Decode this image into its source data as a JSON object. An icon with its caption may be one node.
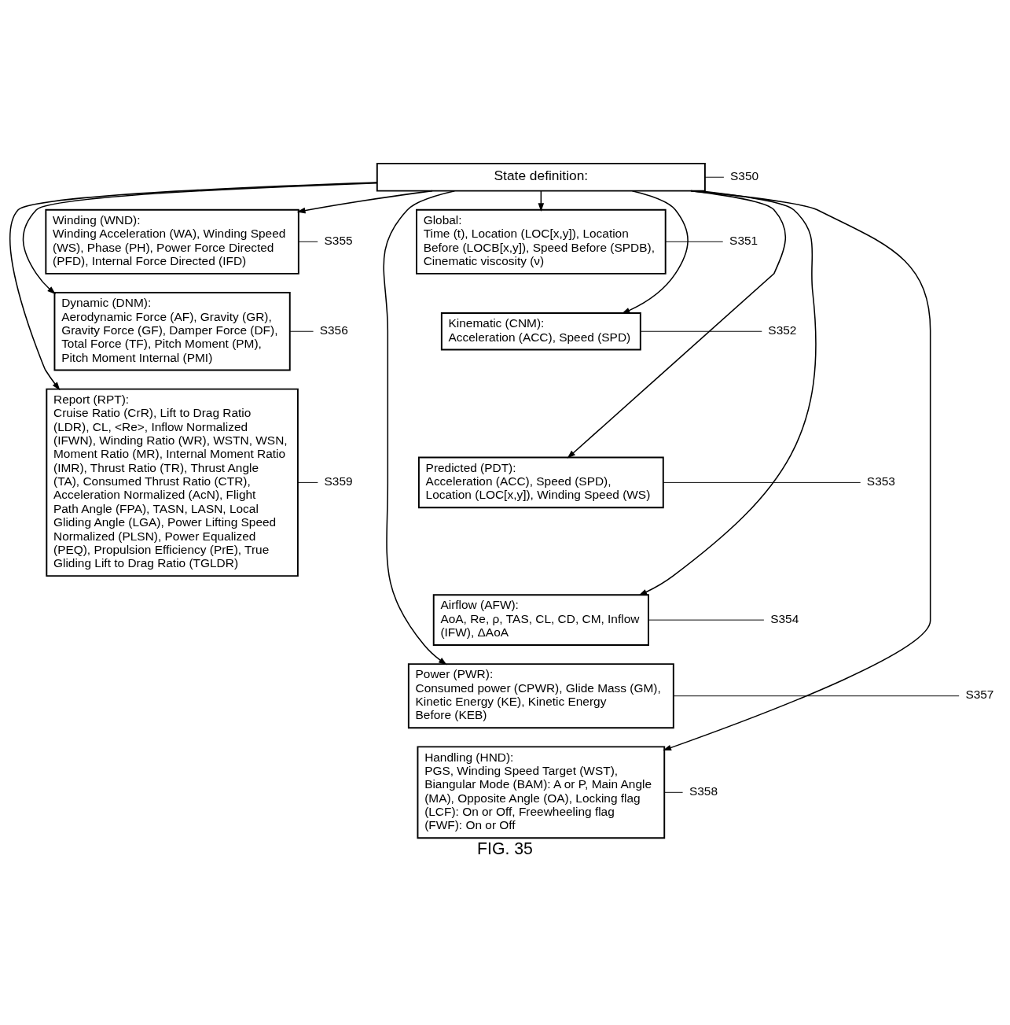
{
  "diagram": {
    "caption": "FIG. 35",
    "nodes": [
      {
        "text": [
          "State definition:"
        ]
      },
      {
        "text": [
          "Global:",
          "Time (t), Location (LOC[x,y]), Location Before (LOCB[x,y]), Speed Before (SPDB), Cinematic viscosity (ν)"
        ]
      },
      {
        "text": [
          "Winding (WND):",
          "Winding Acceleration (WA), Winding Speed (WS), Phase (PH), Power Force Directed (PFD), Internal Force Directed (IFD)"
        ]
      },
      {
        "text": [
          "Kinematic (CNM):",
          "Acceleration (ACC), Speed (SPD)"
        ]
      },
      {
        "text": [
          "Dynamic (DNM):",
          "Aerodynamic Force (AF), Gravity (GR), Gravity Force (GF), Damper Force (DF), Total Force (TF), Pitch Moment (PM), Pitch Moment Internal (PMI)"
        ]
      },
      {
        "text": [
          "Predicted (PDT):",
          "Acceleration (ACC), Speed (SPD), Location (LOC[x,y]), Winding Speed (WS)"
        ]
      },
      {
        "text": [
          "Report (RPT):",
          "Cruise Ratio (CrR), Lift to Drag Ratio (LDR), CL, <Re>, Inflow Normalized (IFWN), Winding Ratio (WR), WSTN, WSN, Moment Ratio (MR), Internal Moment Ratio (IMR), Thrust Ratio (TR), Thrust Angle (TA), Consumed Thrust Ratio (CTR), Acceleration Normalized (AcN), Flight Path Angle (FPA), TASN, LASN, Local Gliding Angle (LGA), Power Lifting Speed Normalized (PLSN), Power Equalized (PEQ), Propulsion Efficiency (PrE), True Gliding Lift to Drag Ratio (TGLDR)"
        ]
      },
      {
        "text": [
          "Airflow (AFW):",
          "AoA, Re, ρ, TAS, CL, CD, CM, Inflow (IFW), ΔAoA"
        ]
      },
      {
        "text": [
          "Power (PWR):",
          "Consumed power (CPWR), Glide Mass (GM), Kinetic Energy (KE), Kinetic Energy Before (KEB)"
        ]
      },
      {
        "text": [
          "Handling (HND):",
          "PGS, Winding Speed Target (WST), Biangular Mode (BAM): A or P, Main Angle (MA), Opposite Angle (OA), Locking flag (LCF): On or Off, Freewheeling flag (FWF): On or Off"
        ]
      },
      {
        "text": [
          "S350"
        ]
      },
      {
        "text": [
          "S351"
        ]
      },
      {
        "text": [
          "S355"
        ]
      },
      {
        "text": [
          "S352"
        ]
      },
      {
        "text": [
          "S356"
        ]
      },
      {
        "text": [
          "S353"
        ]
      },
      {
        "text": [
          "S354"
        ]
      },
      {
        "text": [
          "S357"
        ]
      },
      {
        "text": [
          "S358"
        ]
      },
      {
        "text": [
          "S359"
        ]
      }
    ],
    "edges": [
      {
        "from": 0,
        "to": 1,
        "arrow": "to"
      },
      {
        "from": 0,
        "to": 2,
        "arrow": "to"
      },
      {
        "from": 0,
        "to": 3,
        "arrow": "to"
      },
      {
        "from": 0,
        "to": 4,
        "arrow": "to"
      },
      {
        "from": 0,
        "to": 5,
        "arrow": "to"
      },
      {
        "from": 0,
        "to": 6,
        "arrow": "to"
      },
      {
        "from": 0,
        "to": 7,
        "arrow": "to"
      },
      {
        "from": 0,
        "to": 8,
        "arrow": "to"
      },
      {
        "from": 0,
        "to": 9,
        "arrow": "to"
      },
      {
        "from": 10,
        "to": 0,
        "arrow": "none"
      },
      {
        "from": 11,
        "to": 1,
        "arrow": "none"
      },
      {
        "from": 12,
        "to": 2,
        "arrow": "none"
      },
      {
        "from": 13,
        "to": 3,
        "arrow": "none"
      },
      {
        "from": 14,
        "to": 4,
        "arrow": "none"
      },
      {
        "from": 15,
        "to": 5,
        "arrow": "none"
      },
      {
        "from": 16,
        "to": 7,
        "arrow": "none"
      },
      {
        "from": 17,
        "to": 8,
        "arrow": "none"
      },
      {
        "from": 18,
        "to": 9,
        "arrow": "none"
      },
      {
        "from": 19,
        "to": 6,
        "arrow": "none"
      }
    ]
  }
}
